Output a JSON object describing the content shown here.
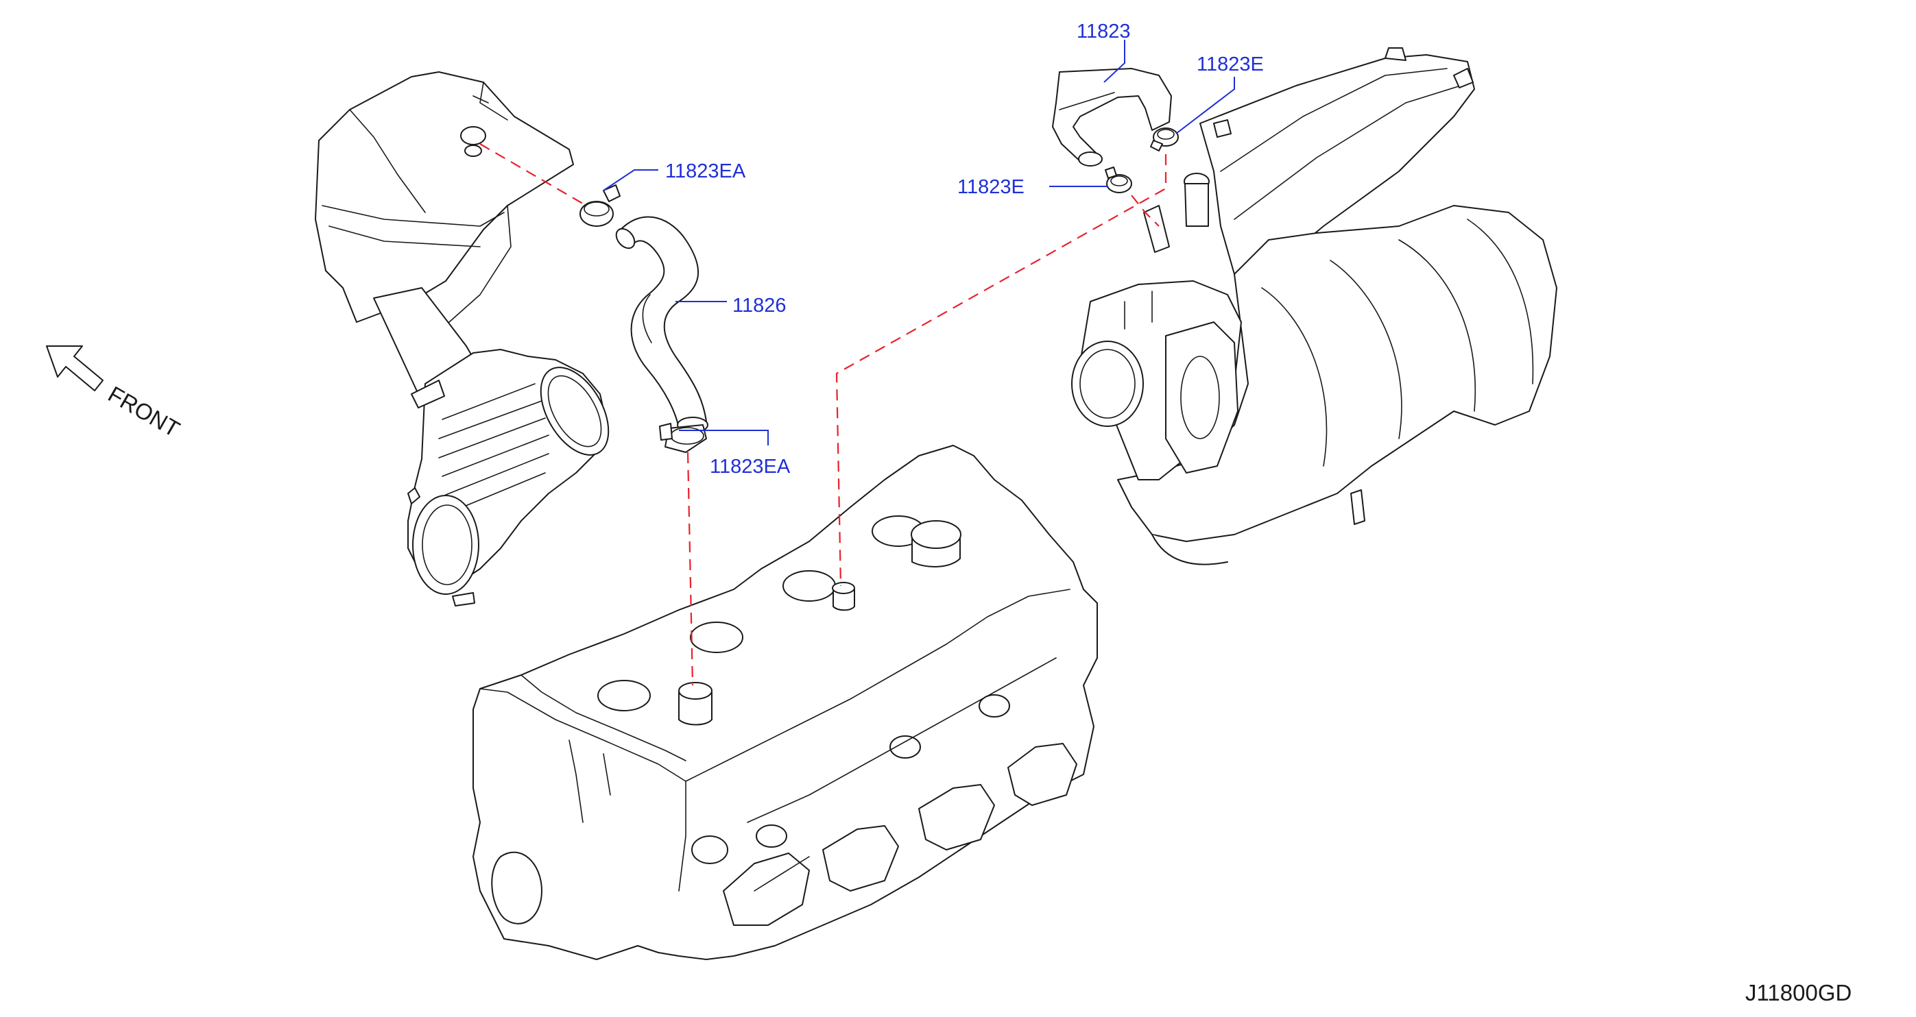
{
  "diagram_code": "J11800GD",
  "front_label": "FRONT",
  "callouts": {
    "hose_upper": "11823",
    "clamp_upper_right": "11823E",
    "clamp_upper_left": "11823E",
    "clamp_air_duct": "11823EA",
    "hose_main": "11826",
    "clamp_head": "11823EA"
  },
  "colors": {
    "callout_text": "#1f2fd6",
    "linework": "#1a1a1a",
    "connection_dashes": "#e8222a",
    "background": "#ffffff"
  }
}
